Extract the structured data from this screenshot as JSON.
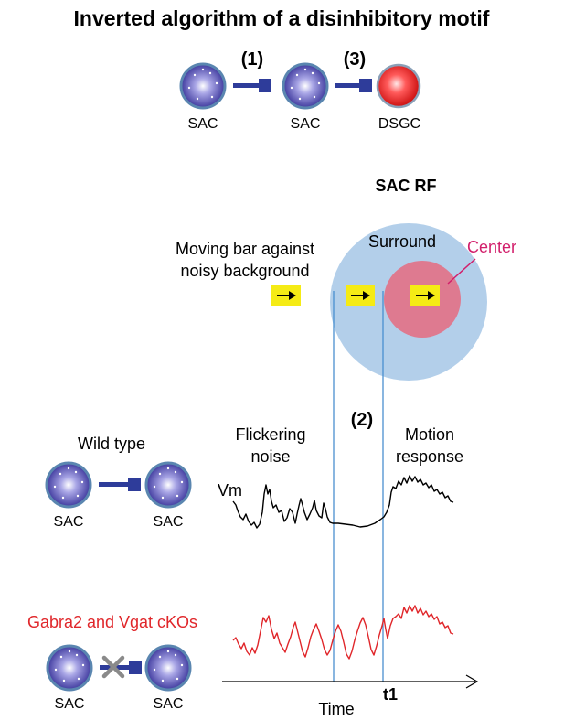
{
  "title": "Inverted algorithm of a disinhibitory motif",
  "motif": {
    "step1": "(1)",
    "step3": "(3)",
    "cells": [
      "SAC",
      "SAC",
      "DSGC"
    ]
  },
  "rf": {
    "title": "SAC RF",
    "surround": "Surround",
    "center": "Center",
    "bar_line1": "Moving bar against",
    "bar_line2": "noisy background"
  },
  "traces": {
    "step2": "(2)",
    "flicker_line1": "Flickering",
    "flicker_line2": "noise",
    "motion_line1": "Motion",
    "motion_line2": "response",
    "vm": "Vm",
    "time": "Time",
    "t1": "t1"
  },
  "wild_type": {
    "label": "Wild type",
    "cells": [
      "SAC",
      "SAC"
    ]
  },
  "cko": {
    "label": "Gabra2 and Vgat cKOs",
    "cells": [
      "SAC",
      "SAC"
    ]
  },
  "colors": {
    "sac": "#5a4fb8",
    "dsgc": "#e8262c",
    "surround": "#b3cfea",
    "center": "#de7a90",
    "bar": "#f5eb15",
    "synapse": "#2e3c9a",
    "guide": "#4a8fd0",
    "wt_trace": "#000000",
    "cko_trace": "#e0262a"
  }
}
